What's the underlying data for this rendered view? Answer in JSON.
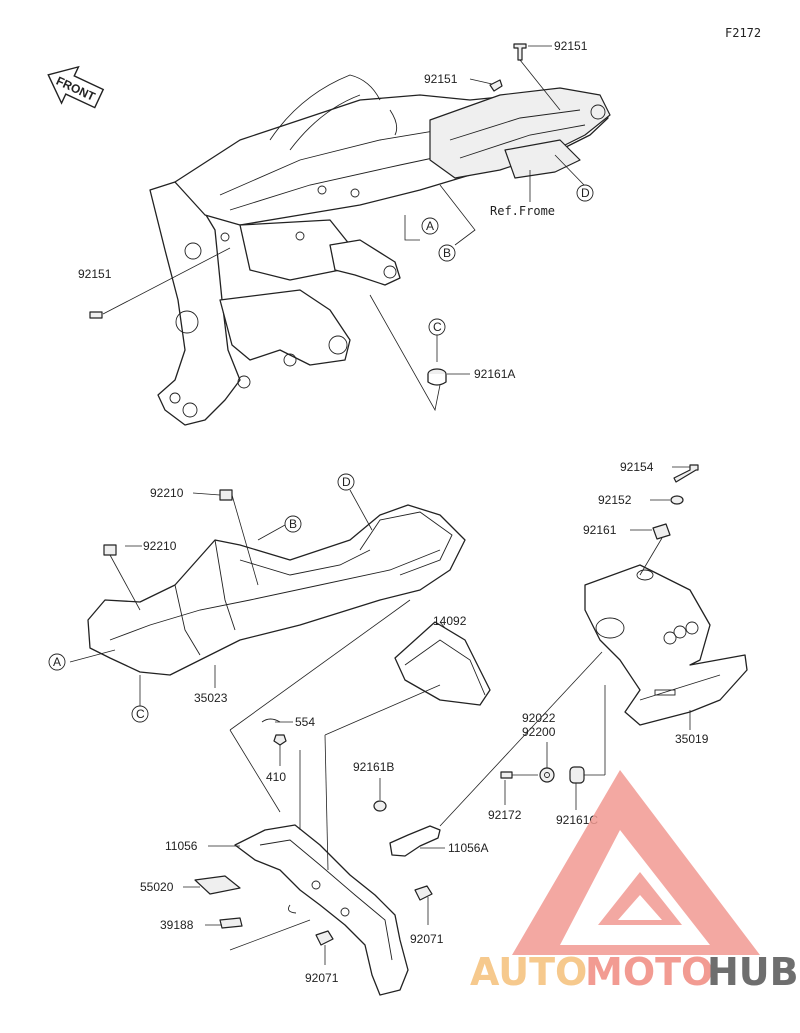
{
  "figure_code": "F2172",
  "front_arrow_label": "FRONT",
  "callouts": {
    "frame_top_bolt": "92151",
    "frame_mid_bolt": "92151",
    "frame_left_bolt": "92151",
    "ref_frame": "Ref.Frome",
    "grommet_c": "92161A",
    "clip_upper": "92210",
    "clip_lower": "92210",
    "undercover": "35023",
    "flap_cover": "14092",
    "bolt_top_right": "92154",
    "washer": "92152",
    "damper": "92161",
    "plate_bracket": "35019",
    "collar_a": "92022",
    "collar_b": "92200",
    "bolt_small": "92172",
    "damper_c": "92161C",
    "band": "554",
    "nut": "410",
    "damper_b": "92161B",
    "bracket_small": "11056A",
    "fender_bracket": "11056",
    "sticker_a": "55020",
    "sticker_b": "39188",
    "grommet_right": "92071",
    "grommet_bottom": "92071"
  },
  "ref_markers": {
    "a_frame": "A",
    "b_frame": "B",
    "c_frame": "C",
    "d_frame": "D",
    "a_cover": "A",
    "b_cover": "B",
    "c_cover": "C",
    "d_cover": "D"
  },
  "watermark": {
    "part1": "AUTO",
    "part2": "MOTO",
    "part3": "HUB",
    "color1": "#f5c07a",
    "color2": "#f08a80",
    "color3": "#555555",
    "triangle_color": "#f19a92"
  }
}
